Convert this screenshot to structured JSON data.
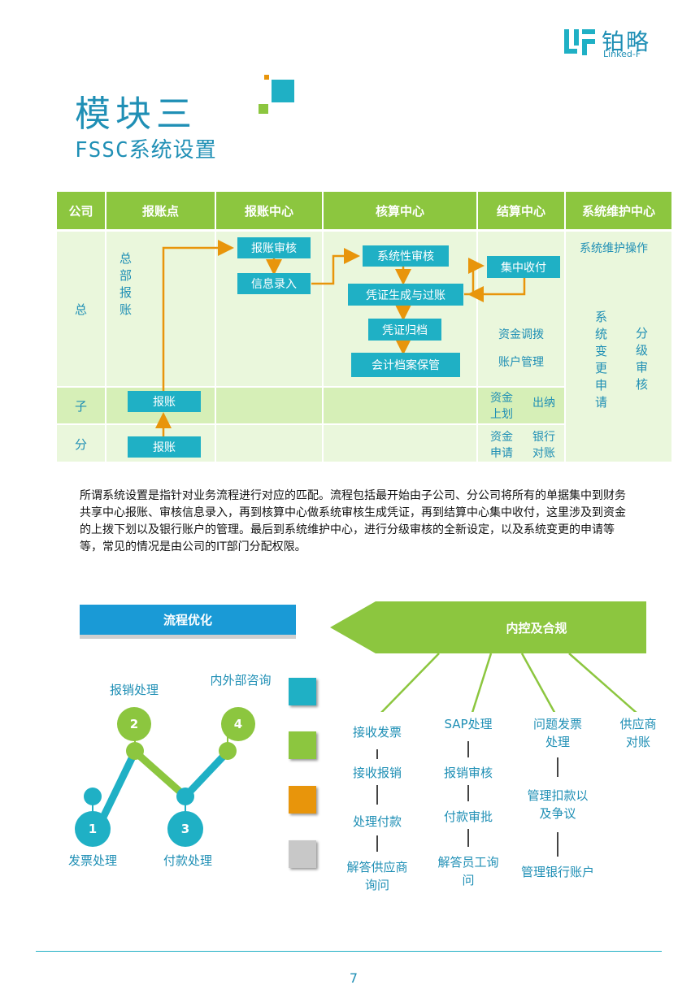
{
  "logo": {
    "cn": "铂略",
    "en": "Linked-F"
  },
  "title": {
    "module": "模块三",
    "subtitle": "FSSC系统设置"
  },
  "table": {
    "headers": [
      "公司",
      "报账点",
      "报账中心",
      "核算中心",
      "结算中心",
      "系统维护中心"
    ],
    "rows": {
      "zong": "总",
      "zi": "子",
      "fen": "分"
    },
    "zongbu": "总部报账",
    "baozhang_zi": "报账",
    "baozhang_fen": "报账",
    "center": {
      "audit": "报账审核",
      "entry": "信息录入"
    },
    "accounting": {
      "sys_audit": "系统性审核",
      "voucher": "凭证生成与过账",
      "archive": "凭证归档",
      "storage": "会计档案保管"
    },
    "settle": {
      "collect": "集中收付",
      "transfer": "资金调拨",
      "account_mgmt": "账户管理",
      "zi_left": "资金上划",
      "zi_right": "出纳",
      "fen_left": "资金申请",
      "fen_right": "银行对账"
    },
    "maint": {
      "op": "系统维护操作",
      "change": "系统变更申请",
      "level": "分级审核"
    }
  },
  "paragraph": "所谓系统设置是指针对业务流程进行对应的匹配。流程包括最开始由子公司、分公司将所有的单据集中到财务共享中心报账、审核信息录入，再到核算中心做系统审核生成凭证，再到结算中心集中收付，这里涉及到资金的上拨下划以及银行账户的管理。最后到系统维护中心，进行分级审核的全新设定，以及系统变更的申请等等，常见的情况是由公司的IT部门分配权限。",
  "optimize": {
    "banner": "流程优化",
    "steps": [
      {
        "num": "1",
        "label": "发票处理"
      },
      {
        "num": "2",
        "label": "报销处理"
      },
      {
        "num": "3",
        "label": "付款处理"
      },
      {
        "num": "4",
        "label": "内外部咨询"
      }
    ]
  },
  "control": {
    "banner": "内控及合规",
    "col1": [
      "接收发票",
      "接收报销",
      "处理付款",
      "解答供应商询问"
    ],
    "col2": [
      "SAP处理",
      "报销审核",
      "付款审批",
      "解答员工询问"
    ],
    "col3": [
      "问题发票处理",
      "管理扣款以及争议",
      "管理银行账户"
    ],
    "col4": [
      "供应商对账"
    ]
  },
  "legend_colors": [
    "#1fb0c5",
    "#8cc63f",
    "#e8950b",
    "#c8c8c8"
  ],
  "colors": {
    "teal": "#1fb0c5",
    "green": "#8cc63f",
    "orange": "#e8950b",
    "blue": "#1a9ad6"
  },
  "page": "7"
}
